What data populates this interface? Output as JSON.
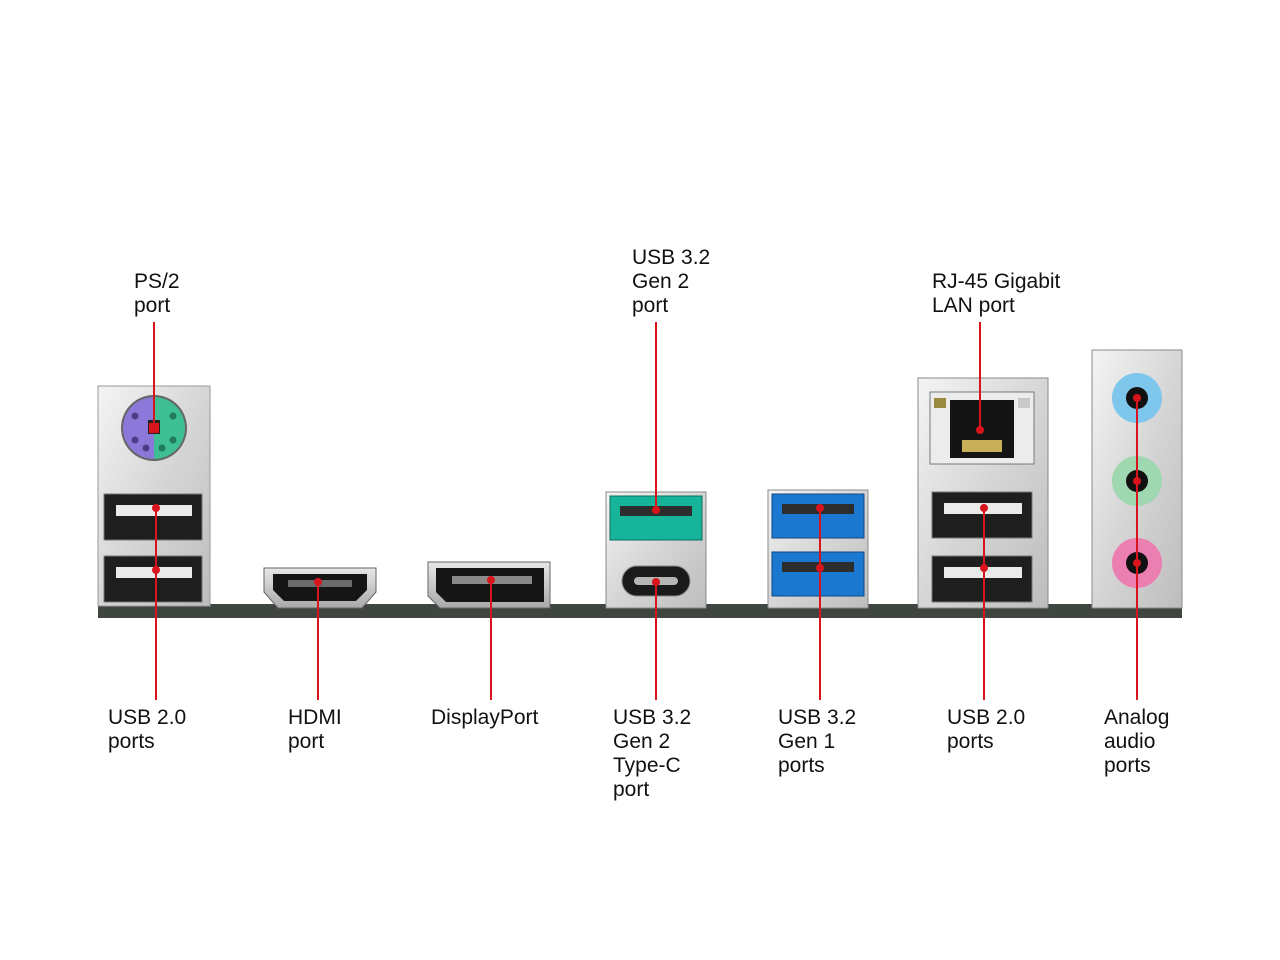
{
  "labels": {
    "ps2": "PS/2\nport",
    "usb32_gen2_top": "USB 3.2\nGen 2\nport",
    "rj45": "RJ-45 Gigabit\nLAN port",
    "usb20_left": "USB 2.0\nports",
    "hdmi": "HDMI\nport",
    "displayport": "DisplayPort",
    "usb32_gen2_typec": "USB 3.2\nGen 2\nType-C\nport",
    "usb32_gen1": "USB 3.2\nGen 1\nports",
    "usb20_right": "USB 2.0\nports",
    "audio": "Analog\naudio\nports"
  },
  "colors": {
    "callout": "#d8151c",
    "board": "#3e463f",
    "shield": "#dcdcdc",
    "usb2": "#1e1e1e",
    "usb3_gen1": "#1b78d0",
    "usb3_gen2": "#16b49a",
    "ps2_mouse": "#8c78d8",
    "ps2_keyboard": "#3dbf93",
    "audio_blue": "#7fc6ec",
    "audio_green": "#9fd7b0",
    "audio_pink": "#ec7fb2"
  }
}
